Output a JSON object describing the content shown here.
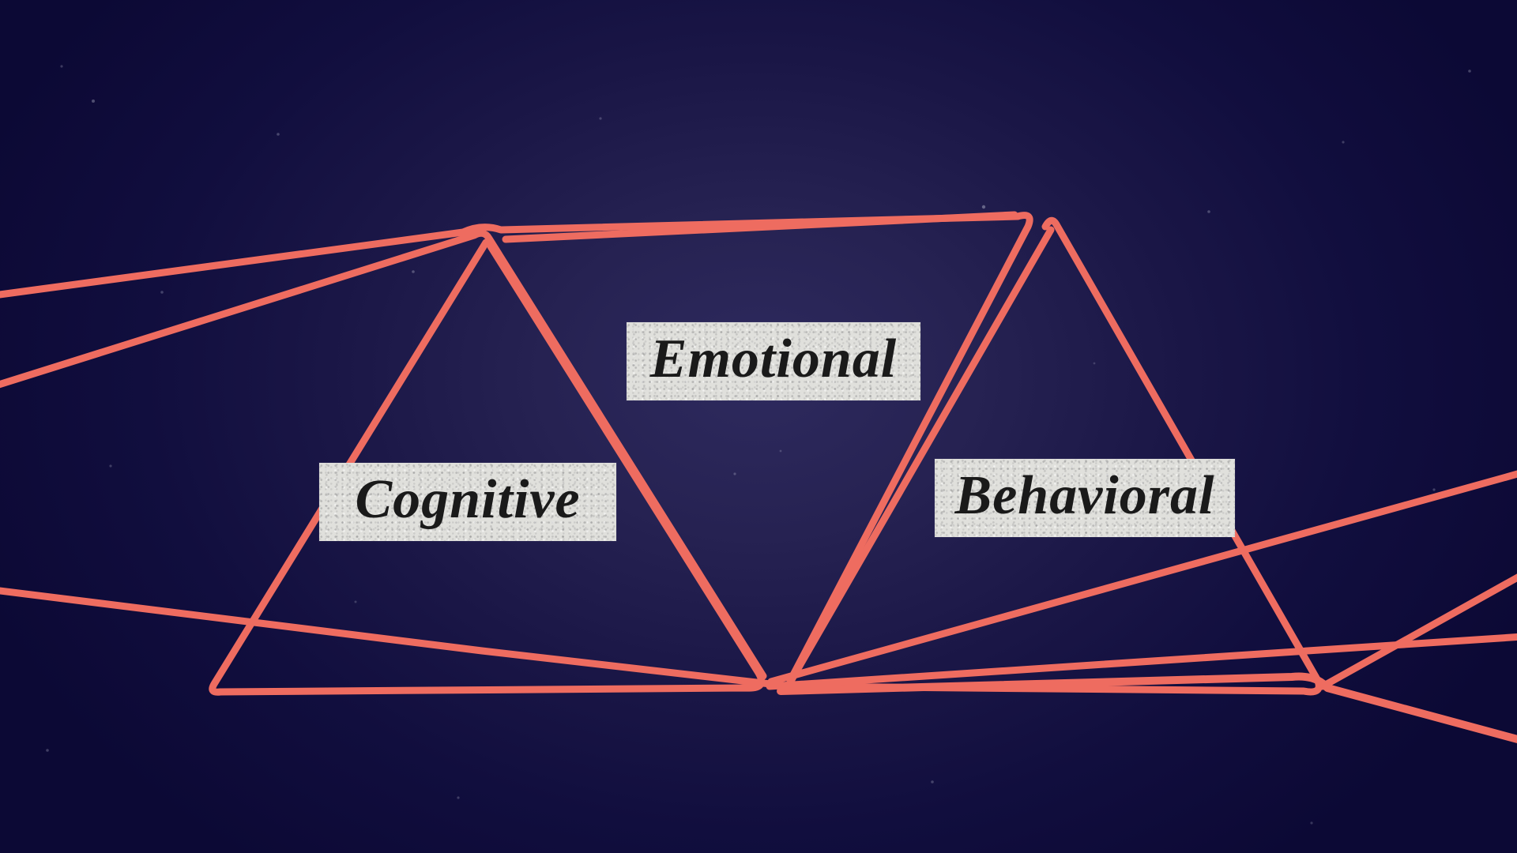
{
  "scene": {
    "background_center_color": "#2e2a5e",
    "background_edge_color": "#0c0935",
    "line_color": "#ee6c60",
    "label_background_color": "#e0e0dc",
    "label_text_color": "#1a1a1a",
    "star_color": "#e8eaf6"
  },
  "labels": [
    {
      "id": "cognitive",
      "text": "Cognitive"
    },
    {
      "id": "emotional",
      "text": "Emotional"
    },
    {
      "id": "behavioral",
      "text": "Behavioral"
    }
  ]
}
